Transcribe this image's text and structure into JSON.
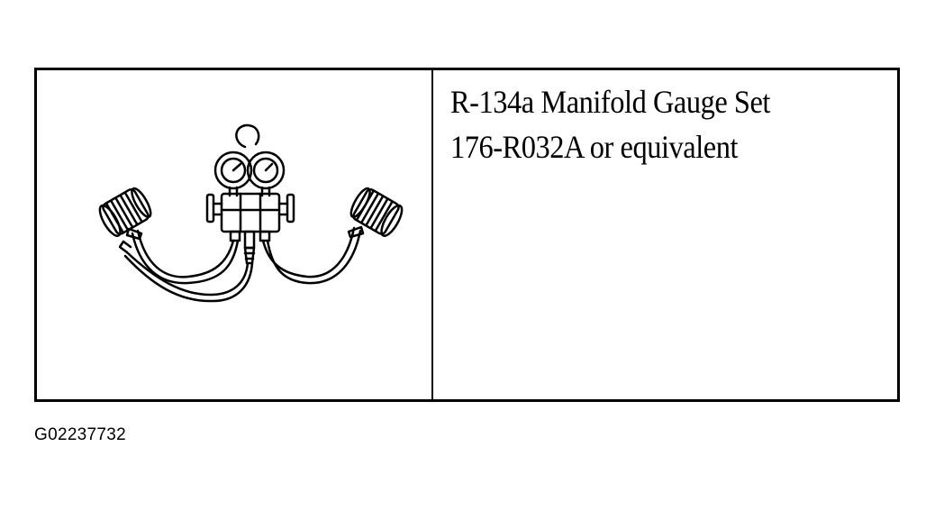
{
  "tool": {
    "name": "R-134a Manifold Gauge Set",
    "part_number": "176-R032A or equivalent",
    "illustration_icon": "manifold-gauge-set-icon"
  },
  "figure_id": "G02237732"
}
